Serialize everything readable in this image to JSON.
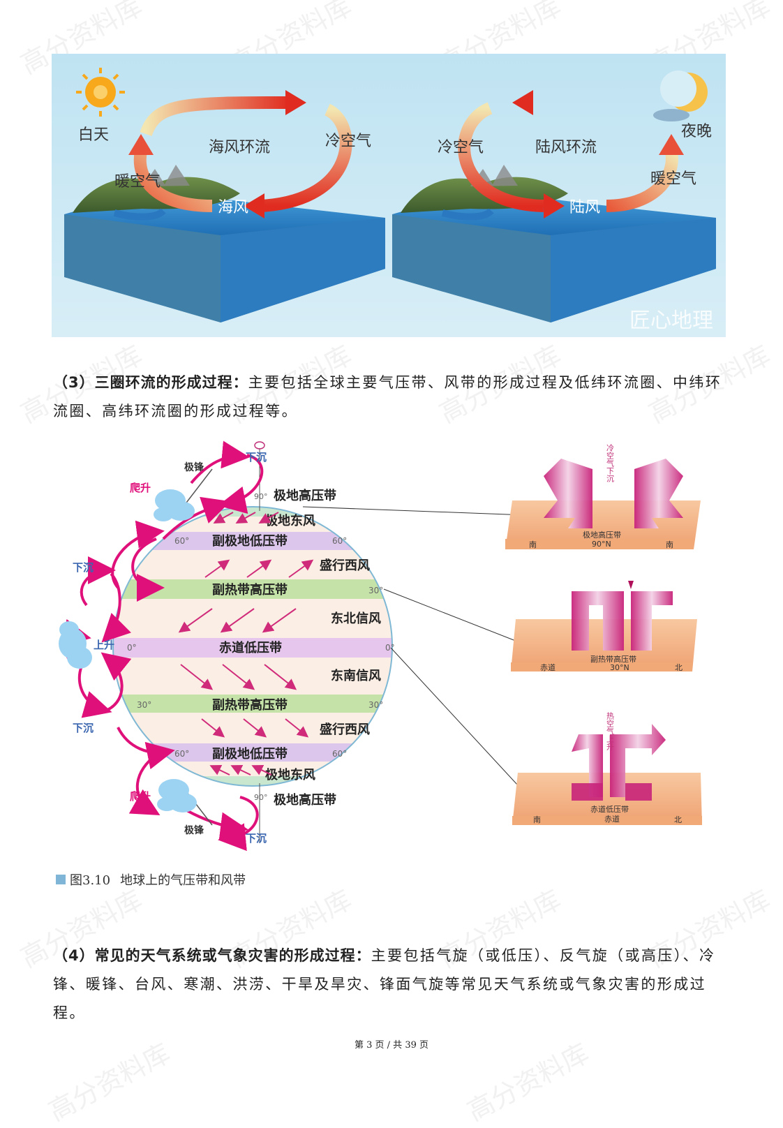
{
  "figure1": {
    "left_panel": {
      "day_label": "白天",
      "circulation_label": "海风环流",
      "cold_air": "冷空气",
      "warm_air": "暖空气",
      "wind_label": "海风"
    },
    "right_panel": {
      "night_label": "夜晚",
      "circulation_label": "陆风环流",
      "cold_air": "冷空气",
      "warm_air": "暖空气",
      "wind_label": "陆风"
    },
    "brand": "匠心地理"
  },
  "para3": {
    "heading": "（3）三圈环流的形成过程：",
    "body": "主要包括全球主要气压带、风带的形成过程及低纬环流圈、中纬环流圈、高纬环流圈的形成过程等。"
  },
  "figure2": {
    "top": {
      "sink": "下沉",
      "front": "极锋",
      "climb": "爬升",
      "polar_high": "极地高压带",
      "lat90": "90°"
    },
    "bottom": {
      "sink": "下沉",
      "front": "极锋",
      "climb": "爬升",
      "polar_high": "极地高压带",
      "lat90": "90°"
    },
    "left_labels": {
      "sink_upper": "下沉",
      "rise": "上升",
      "sink_lower": "下沉"
    },
    "bands": {
      "polar_easterly_n": "极地东风",
      "subpolar_low_n": "副极地低压带",
      "westerly_n": "盛行西风",
      "subtropical_high_n": "副热带高压带",
      "ne_trade": "东北信风",
      "equatorial_low": "赤道低压带",
      "se_trade": "东南信风",
      "subtropical_high_s": "副热带高压带",
      "westerly_s": "盛行西风",
      "subpolar_low_s": "副极地低压带",
      "polar_easterly_s": "极地东风"
    },
    "lats": {
      "l60": "60°",
      "l30": "30°",
      "l0": "0°"
    },
    "detail_top": {
      "vertical": "冷空气下沉",
      "label": "极地高压带",
      "sub": "90°N",
      "left": "南",
      "right": "南"
    },
    "detail_mid": {
      "label": "副热带高压带",
      "sub": "30°N",
      "left": "赤道",
      "right": "北"
    },
    "detail_bot": {
      "vertical": "热空气上升",
      "label": "赤道低压带",
      "sub": "赤道",
      "left": "南",
      "right": "北"
    }
  },
  "caption": {
    "num": "图3.10",
    "text": "地球上的气压带和风带"
  },
  "para4": {
    "heading": "（4）常见的天气系统或气象灾害的形成过程：",
    "body": "主要包括气旋（或低压）、反气旋（或高压）、冷锋、暖锋、台风、寒潮、洪涝、干旱及旱灾、锋面气旋等常见天气系统或气象灾害的形成过程。"
  },
  "footer": "第 3 页 / 共 39 页",
  "watermark": "高分资料库"
}
